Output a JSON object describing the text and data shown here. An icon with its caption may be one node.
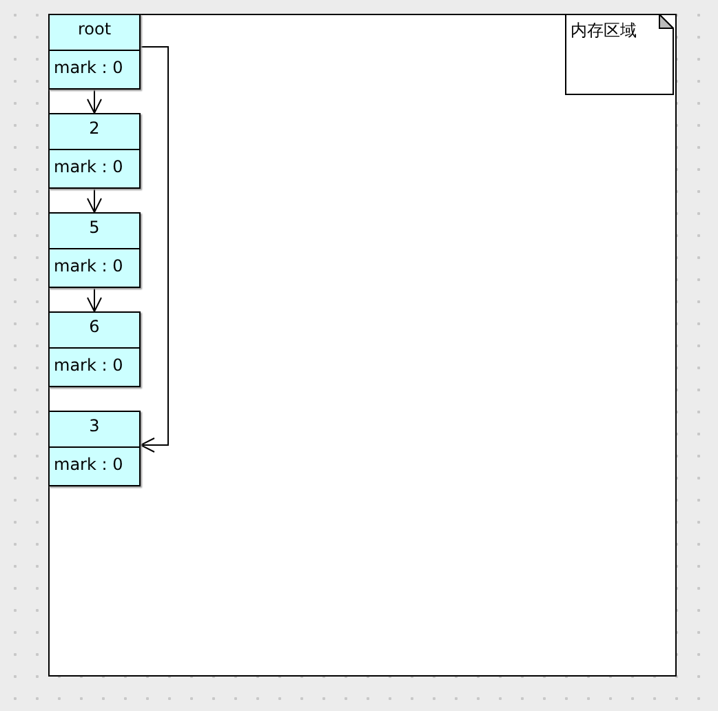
{
  "diagram": {
    "nodes": [
      {
        "text": [],
        "shape": "box"
      },
      {
        "text": [
          "内存区域"
        ],
        "in": 0
      },
      {
        "text": [
          "root",
          "mark : 0"
        ],
        "in": 0
      },
      {
        "text": [
          "2",
          "mark : 0"
        ],
        "in": 0
      },
      {
        "text": [
          "5",
          "mark : 0"
        ],
        "in": 0
      },
      {
        "text": [
          "6",
          "mark : 0"
        ],
        "in": 0
      },
      {
        "text": [
          "3",
          "mark : 0"
        ],
        "in": 0
      }
    ],
    "edges": [
      {
        "from": 2,
        "to": 3,
        "arrow": "to"
      },
      {
        "from": 3,
        "to": 4,
        "arrow": "to"
      },
      {
        "from": 4,
        "to": 5,
        "arrow": "to"
      },
      {
        "from": 2,
        "to": 6,
        "arrow": "to"
      }
    ]
  }
}
